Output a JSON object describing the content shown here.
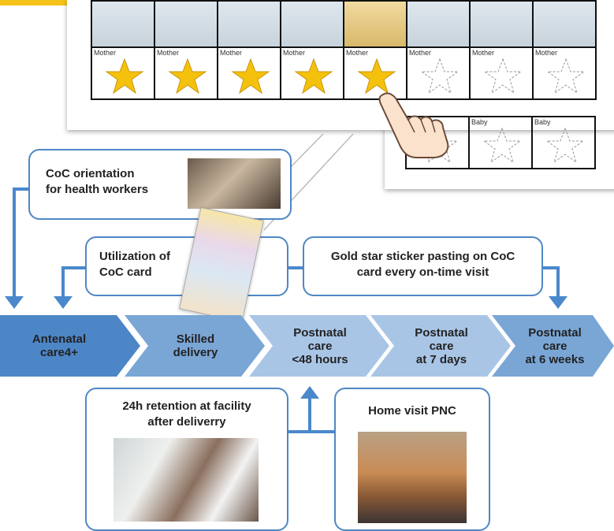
{
  "card": {
    "row1_label": "Mother",
    "row2_label": "Baby",
    "filled_stars": 5,
    "total_mother_visits": 8
  },
  "boxes": {
    "orientation": [
      "CoC orientation",
      "for health workers"
    ],
    "utilization": [
      "Utilization of",
      "CoC card"
    ],
    "gold_star": [
      "Gold star sticker pasting on CoC",
      "card every on-time visit"
    ],
    "retention": [
      "24h retention at facility",
      "after deliverry"
    ],
    "home_visit": "Home visit PNC"
  },
  "stages": [
    {
      "lines": [
        "Antenatal",
        "care4+"
      ]
    },
    {
      "lines": [
        "Skilled",
        "delivery"
      ]
    },
    {
      "lines": [
        "Postnatal",
        "care",
        "<48 hours"
      ]
    },
    {
      "lines": [
        "Postnatal",
        "care",
        "at 7 days"
      ]
    },
    {
      "lines": [
        "Postnatal",
        "care",
        "at 6 weeks"
      ]
    }
  ],
  "colors": {
    "accent_yellow": "#f5c21a",
    "box_border": "#4f87c4",
    "arrow_blue": "#4a88cc",
    "stage_dark": "#4d86c6",
    "stage_mid": "#7aa6d6",
    "stage_light": "#a9c5e6",
    "star_gold": "#f4c20d"
  }
}
